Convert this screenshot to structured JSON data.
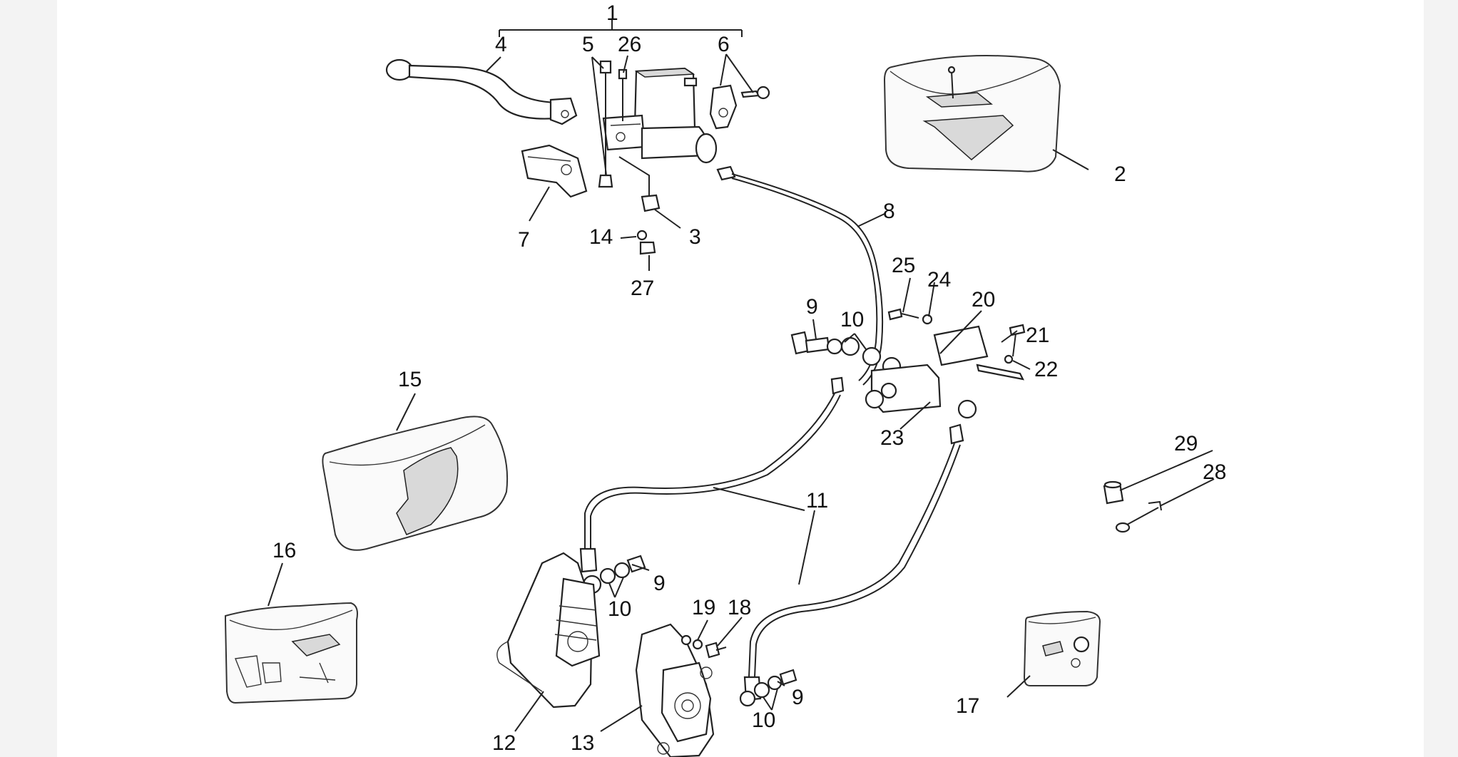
{
  "diagram": {
    "callouts": [
      {
        "id": "1",
        "text": "1"
      },
      {
        "id": "2",
        "text": "2"
      },
      {
        "id": "3",
        "text": "3"
      },
      {
        "id": "4",
        "text": "4"
      },
      {
        "id": "5",
        "text": "5"
      },
      {
        "id": "6",
        "text": "6"
      },
      {
        "id": "7",
        "text": "7"
      },
      {
        "id": "8",
        "text": "8"
      },
      {
        "id": "9a",
        "text": "9"
      },
      {
        "id": "9b",
        "text": "9"
      },
      {
        "id": "9c",
        "text": "9"
      },
      {
        "id": "10a",
        "text": "10"
      },
      {
        "id": "10b",
        "text": "10"
      },
      {
        "id": "10c",
        "text": "10"
      },
      {
        "id": "11",
        "text": "11"
      },
      {
        "id": "12",
        "text": "12"
      },
      {
        "id": "13",
        "text": "13"
      },
      {
        "id": "14",
        "text": "14"
      },
      {
        "id": "15",
        "text": "15"
      },
      {
        "id": "16",
        "text": "16"
      },
      {
        "id": "17",
        "text": "17"
      },
      {
        "id": "18",
        "text": "18"
      },
      {
        "id": "19",
        "text": "19"
      },
      {
        "id": "20",
        "text": "20"
      },
      {
        "id": "21",
        "text": "21"
      },
      {
        "id": "22",
        "text": "22"
      },
      {
        "id": "23",
        "text": "23"
      },
      {
        "id": "24",
        "text": "24"
      },
      {
        "id": "25",
        "text": "25"
      },
      {
        "id": "26",
        "text": "26"
      },
      {
        "id": "27",
        "text": "27"
      },
      {
        "id": "28",
        "text": "28"
      },
      {
        "id": "29",
        "text": "29"
      }
    ]
  }
}
